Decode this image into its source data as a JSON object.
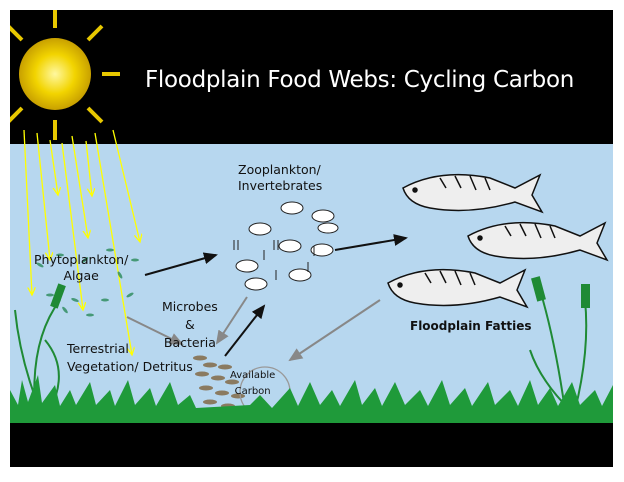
{
  "title": "Floodplain Food Webs: Cycling Carbon",
  "labels": {
    "zooplankton": "Zooplankton/\nInvertebrates",
    "phytoplankton": "Phytoplankton/\nAlgae",
    "microbes": "Microbes\n&\nBacteria",
    "terrestrial": "Terrestrial\nVegetation/ Detritus",
    "carbon": "Available\nCarbon",
    "fish": "Floodplain Fatties"
  },
  "colors": {
    "sky": "#000000",
    "water": "#b7d7ef",
    "grass": "#1f9a3a",
    "sun": "#f5e000",
    "ray": "#ffff00"
  }
}
